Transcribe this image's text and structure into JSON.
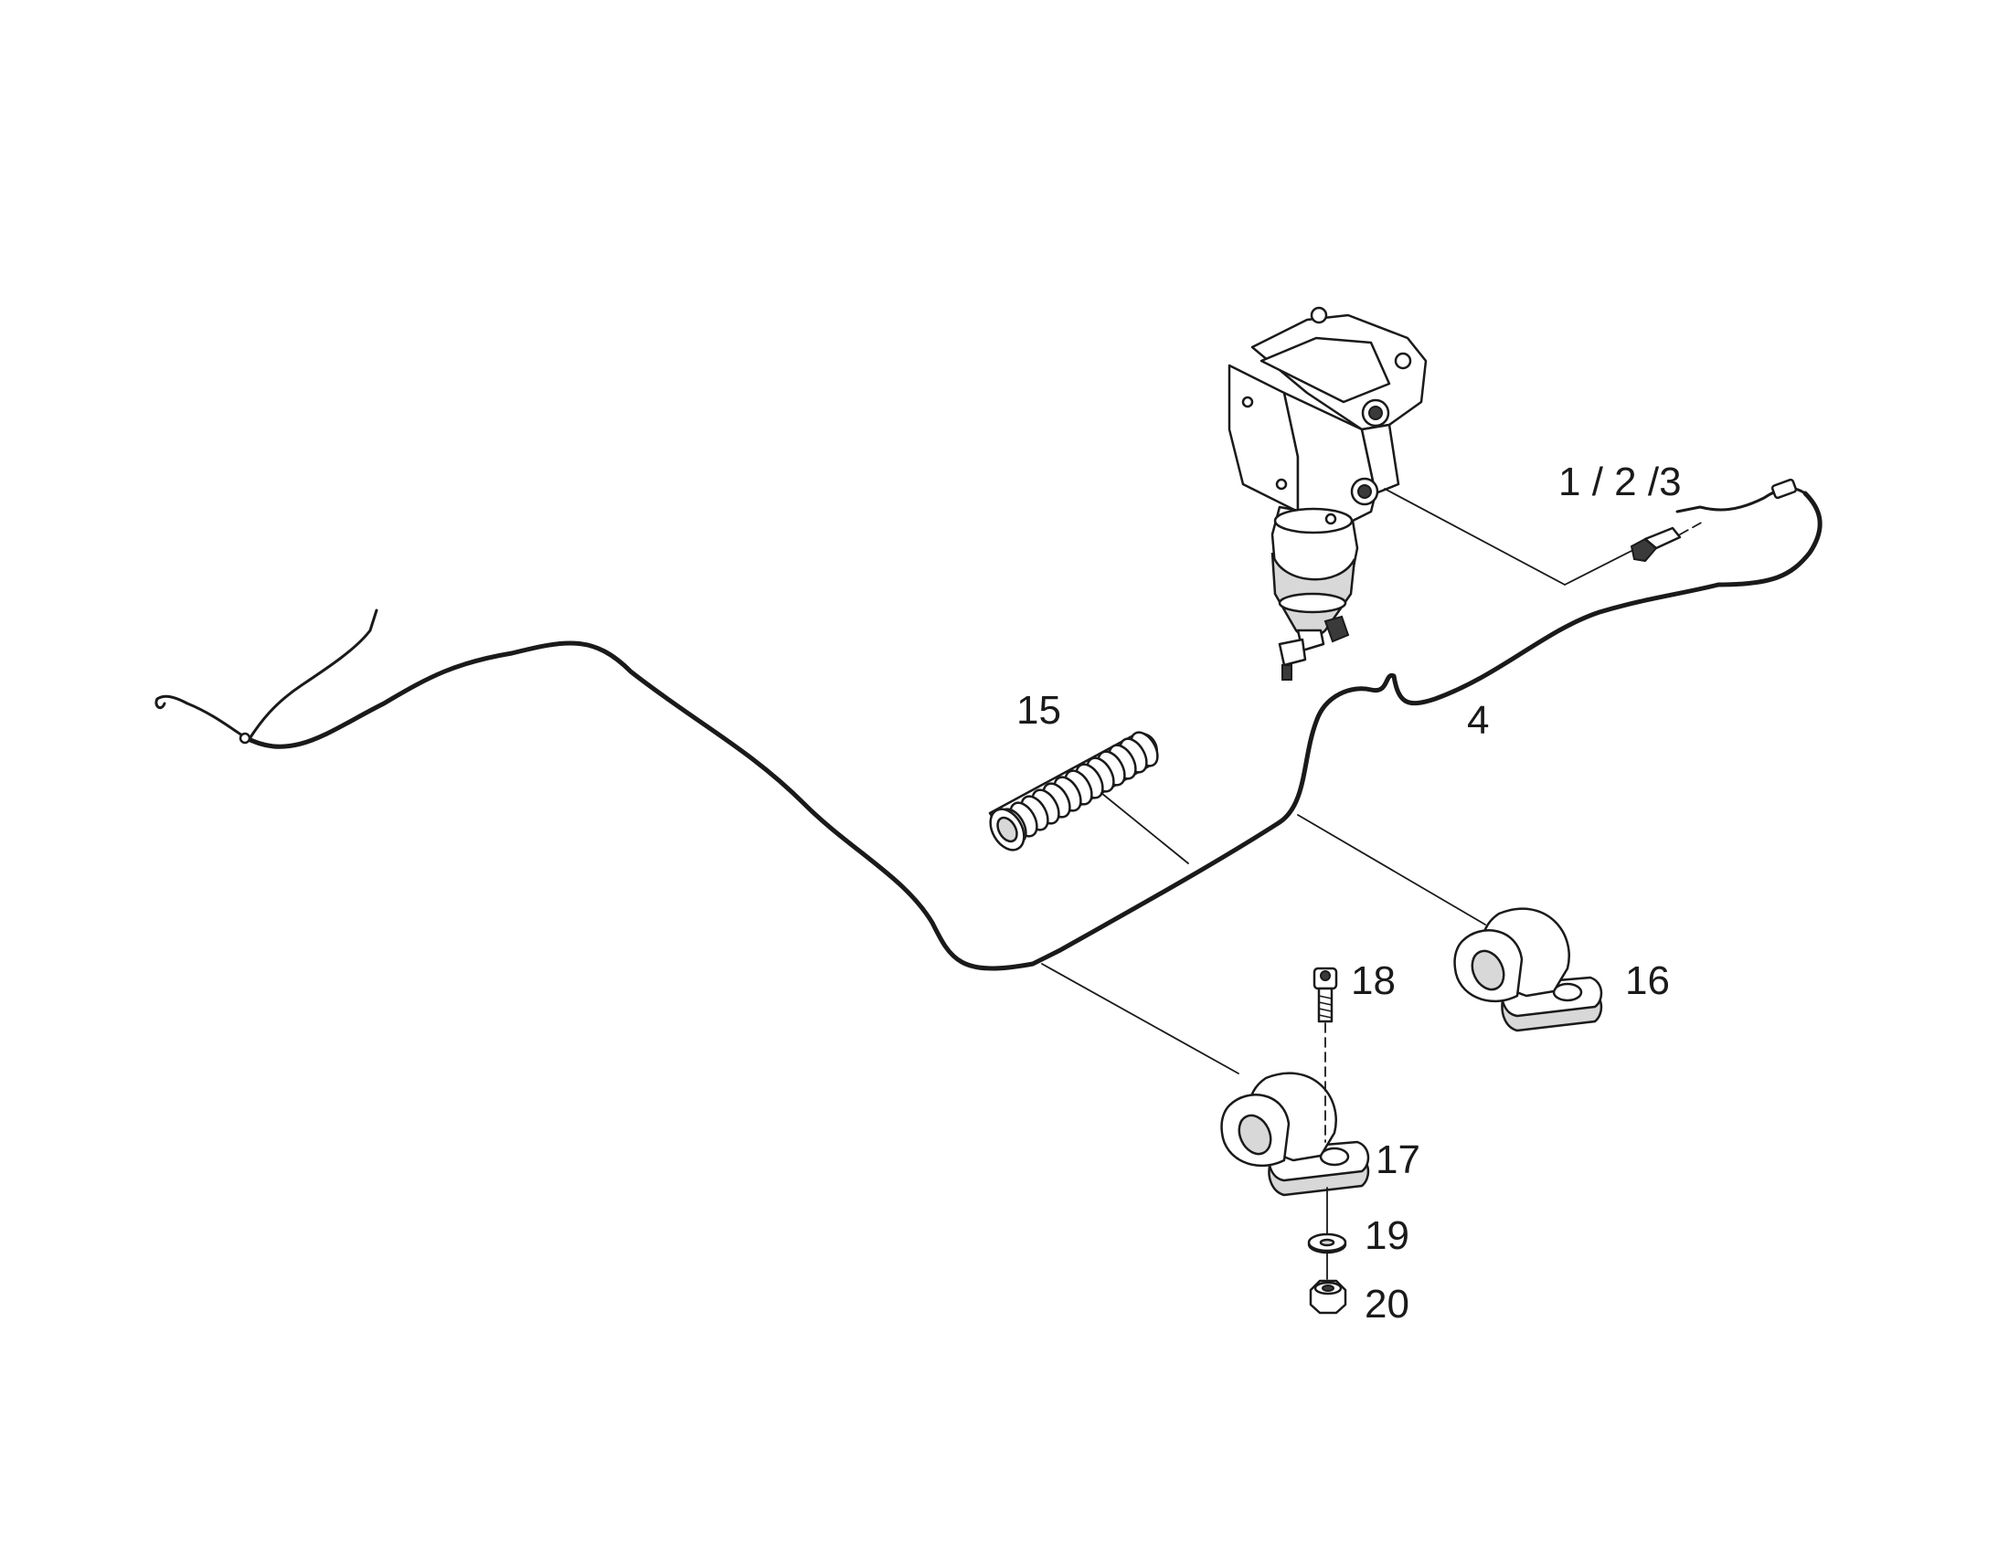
{
  "diagram": {
    "callouts": [
      {
        "id": "c-123",
        "text": "1 / 2 /3"
      },
      {
        "id": "c-4",
        "text": "4"
      },
      {
        "id": "c-15",
        "text": "15"
      },
      {
        "id": "c-16",
        "text": "16"
      },
      {
        "id": "c-17",
        "text": "17"
      },
      {
        "id": "c-18",
        "text": "18"
      },
      {
        "id": "c-19",
        "text": "19"
      },
      {
        "id": "c-20",
        "text": "20"
      }
    ],
    "colors": {
      "ink": "#1a1a1a",
      "background": "#ffffff",
      "shade": "#d8d8d8"
    }
  }
}
